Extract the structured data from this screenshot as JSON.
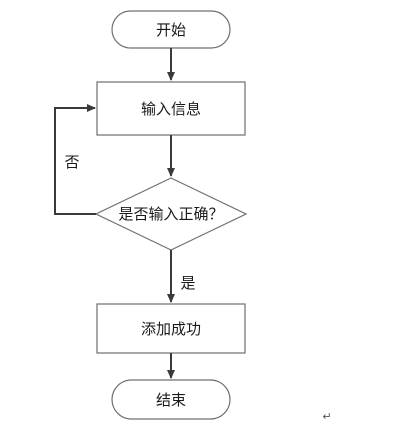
{
  "diagram": {
    "type": "flowchart",
    "nodes": {
      "start": {
        "label": "开始",
        "shape": "terminator"
      },
      "input": {
        "label": "输入信息",
        "shape": "process"
      },
      "decision": {
        "label": "是否输入正确？",
        "shape": "decision"
      },
      "success": {
        "label": "添加成功",
        "shape": "process"
      },
      "end": {
        "label": "结束",
        "shape": "terminator"
      }
    },
    "edges": {
      "yes": {
        "label": "是",
        "from": "decision",
        "to": "success"
      },
      "no": {
        "label": "否",
        "from": "decision",
        "to": "input"
      }
    },
    "trailing_mark": "↵"
  },
  "colors": {
    "shape_border": "#6f6f6f",
    "arrow": "#3a3a3a",
    "text": "#1a1a1a",
    "background": "#ffffff"
  }
}
